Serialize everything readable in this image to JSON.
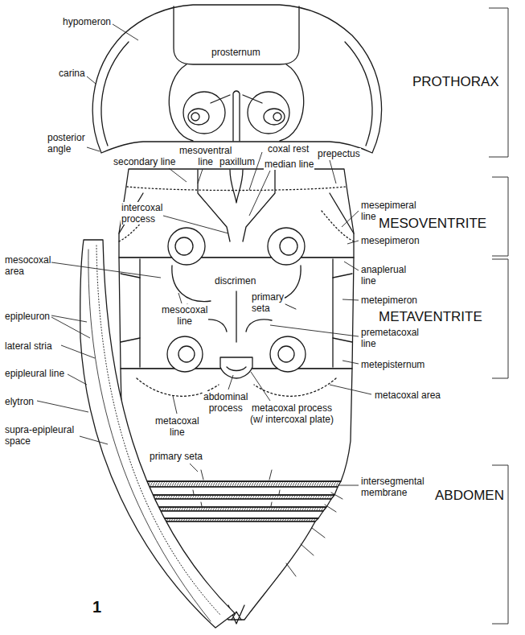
{
  "diagram": {
    "labels": [
      "hypomeron",
      "prosternum",
      "carina",
      "PROTHORAX",
      "posterior angle",
      "secondary line",
      "mesoventral line",
      "coxal rest",
      "paxillum",
      "median line",
      "prepectus",
      "intercoxal process",
      "mesepimeral line",
      "MESOVENTRITE",
      "mesepimeron",
      "mesocoxal area",
      "discrimen",
      "anaplerual line",
      "metepimeron",
      "primary seta",
      "METAVENTRITE",
      "mesocoxal line",
      "epipleuron",
      "premetacoxal line",
      "lateral stria",
      "metepisternum",
      "epipleural line",
      "elytron",
      "metacoxal area",
      "abdominal process",
      "metacoxal process (w/ intercoxal plate)",
      "metacoxal line",
      "supra-epipleural space",
      "primary seta",
      "intersegmental membrane",
      "ABDOMEN",
      "1"
    ]
  }
}
